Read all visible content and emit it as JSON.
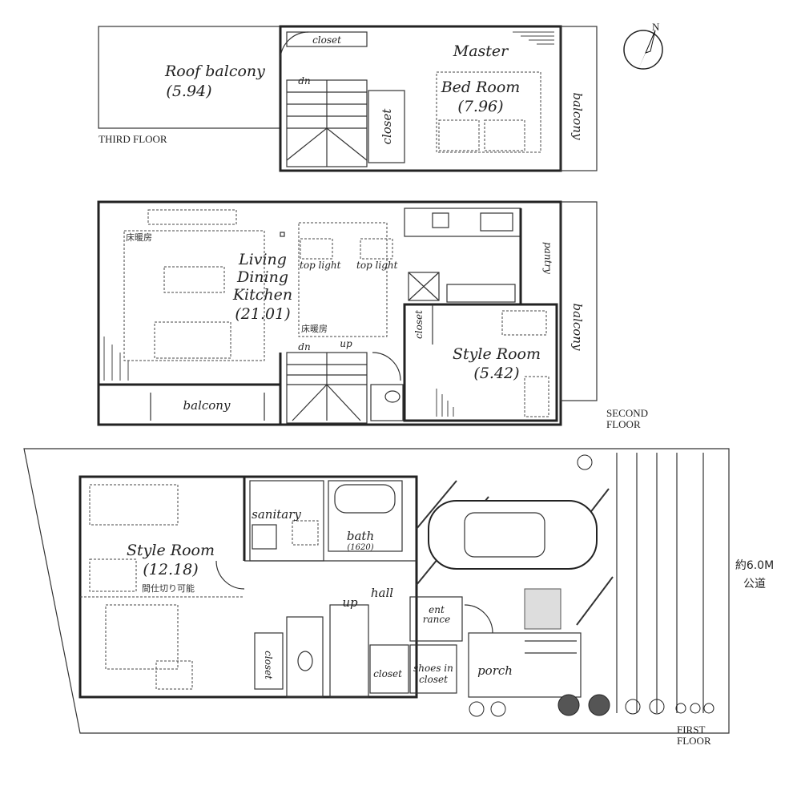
{
  "compass": {
    "north": "N"
  },
  "third_floor": {
    "title": "THIRD FLOOR",
    "roof_balcony": {
      "name": "Roof balcony",
      "area": "(5.94)"
    },
    "closet_top": "closet",
    "stairs_dn": "dn",
    "closet_side": "closet",
    "master_bedroom": {
      "line1": "Master",
      "line2": "Bed Room",
      "area": "(7.96)"
    },
    "balcony": "balcony"
  },
  "second_floor": {
    "title_line1": "SECOND",
    "title_line2": "FLOOR",
    "floor_heating_1": "床暖房",
    "floor_heating_2": "床暖房",
    "ldk": {
      "line1": "Living",
      "line2": "Dining",
      "line3": "Kitchen",
      "area": "(21.01)"
    },
    "top_light_1": "top light",
    "top_light_2": "top light",
    "pantry": "pantry",
    "closet": "closet",
    "balcony_right": "balcony",
    "style_room": {
      "name": "Style Room",
      "area": "(5.42)"
    },
    "stairs_dn": "dn",
    "stairs_up": "up",
    "balcony_bottom": "balcony"
  },
  "first_floor": {
    "title_line1": "FIRST",
    "title_line2": "FLOOR",
    "style_room": {
      "name": "Style Room",
      "area": "(12.18)",
      "note": "間仕切り可能"
    },
    "sanitary": "sanitary",
    "bath": {
      "name": "bath",
      "size": "(1620)"
    },
    "hall": "hall",
    "stairs_up": "up",
    "entrance_line1": "ent",
    "entrance_line2": "rance",
    "closet_side": "closet",
    "closet": "closet",
    "shoes_closet_line1": "shoes in",
    "shoes_closet_line2": "closet",
    "porch": "porch",
    "road_width": "約6.0M",
    "road_label": "公道"
  }
}
